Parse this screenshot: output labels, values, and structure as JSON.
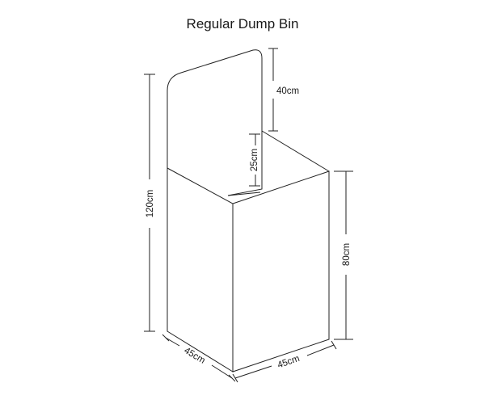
{
  "title": "Regular Dump Bin",
  "dimensions": {
    "header_height": "40cm",
    "inner_depth": "25cm",
    "total_height": "120cm",
    "bin_height": "80cm",
    "width_left": "45cm",
    "width_right": "45cm"
  }
}
